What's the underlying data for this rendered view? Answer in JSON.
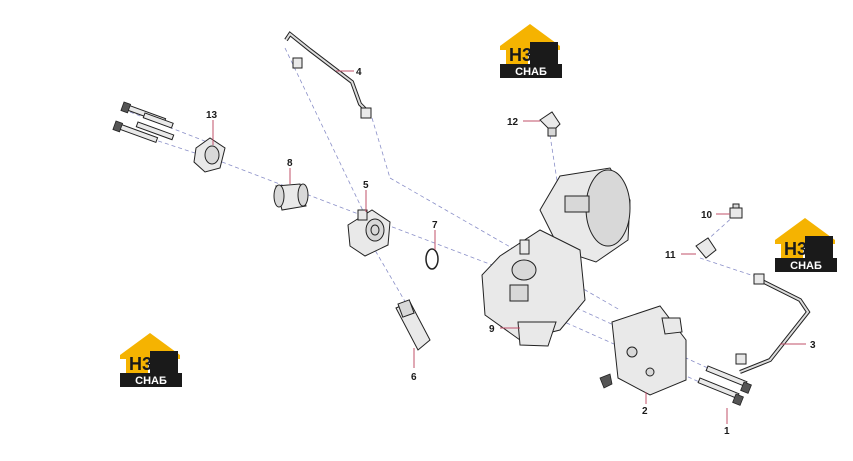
{
  "logo": {
    "letters": "Н3",
    "word": "СНАБ",
    "colors": {
      "yellow": "#f5b301",
      "black": "#1a1a1a"
    }
  },
  "callouts": [
    {
      "id": "1",
      "label": "1"
    },
    {
      "id": "2",
      "label": "2"
    },
    {
      "id": "3",
      "label": "3"
    },
    {
      "id": "4",
      "label": "4"
    },
    {
      "id": "5",
      "label": "5"
    },
    {
      "id": "6",
      "label": "6"
    },
    {
      "id": "7",
      "label": "7"
    },
    {
      "id": "8",
      "label": "8"
    },
    {
      "id": "9",
      "label": "9"
    },
    {
      "id": "10",
      "label": "10"
    },
    {
      "id": "11",
      "label": "11"
    },
    {
      "id": "12",
      "label": "12"
    },
    {
      "id": "13",
      "label": "13"
    }
  ]
}
